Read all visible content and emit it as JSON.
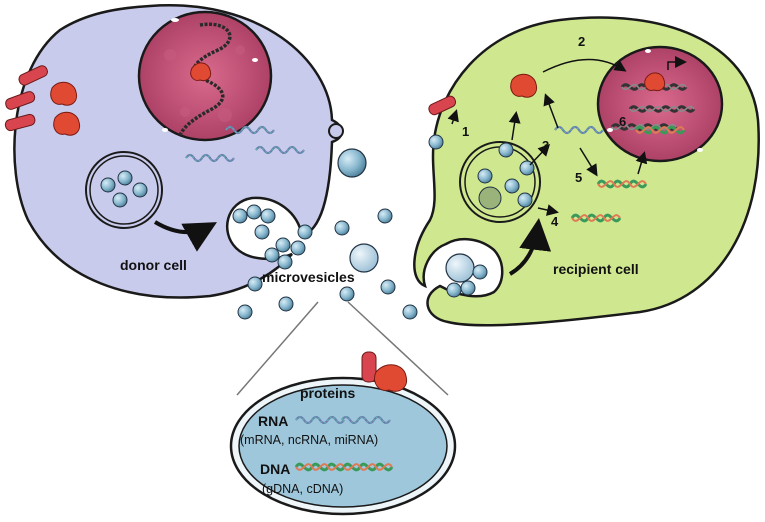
{
  "labels": {
    "donor_cell": "donor cell",
    "recipient_cell": "recipient cell",
    "microvesicles": "microvesicles"
  },
  "steps": [
    "1",
    "2",
    "3",
    "4",
    "5",
    "6"
  ],
  "cargo": {
    "proteins": "proteins",
    "rna": "RNA",
    "rna_types": "(mRNA, ncRNA, miRNA)",
    "dna": "DNA",
    "dna_types": "(gDNA, cDNA)"
  },
  "colors": {
    "donor_fill": "#c9cbec",
    "recipient_fill": "#cfe890",
    "nucleus_fill": "#b5456a",
    "vesicle_fill": "#7fb0c8",
    "protein_red": "#e04a33",
    "receptor_red": "#d8454f",
    "cargo_ellipse": "#9ec7dc"
  }
}
